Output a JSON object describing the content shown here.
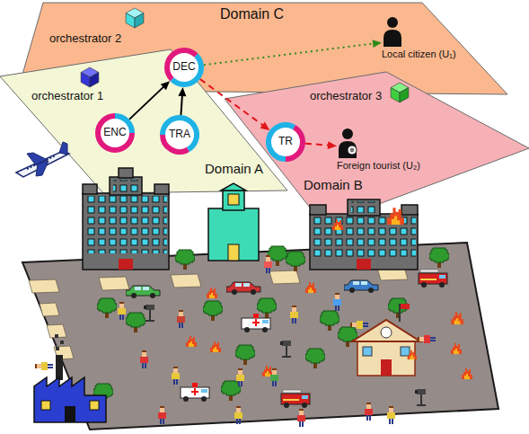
{
  "diagram": {
    "nodes": [
      {
        "text": [
          "Domain C",
          "orchestrator 2"
        ]
      },
      {
        "text": [
          "DEC"
        ],
        "in": 0
      },
      {
        "text": [
          "Local citizen (U₁)"
        ],
        "in": 0
      },
      {
        "text": [
          "orchestrator 1",
          "Domain A"
        ]
      },
      {
        "text": [
          "ENC"
        ],
        "in": 3
      },
      {
        "text": [
          "TRA"
        ],
        "in": 3
      },
      {
        "text": [
          "orchestrator 3",
          "Domain B"
        ]
      },
      {
        "text": [
          "TR"
        ],
        "in": 6
      },
      {
        "text": [
          "Foreign tourist (U₂)"
        ],
        "in": 6
      }
    ],
    "edges": [
      {
        "from": 4,
        "to": 1,
        "arrow": "to"
      },
      {
        "from": 5,
        "to": 1,
        "arrow": "to"
      },
      {
        "from": 1,
        "to": 7,
        "arrow": "to"
      },
      {
        "from": 1,
        "to": 2,
        "arrow": "to"
      },
      {
        "from": 7,
        "to": 8,
        "arrow": "to"
      }
    ]
  }
}
